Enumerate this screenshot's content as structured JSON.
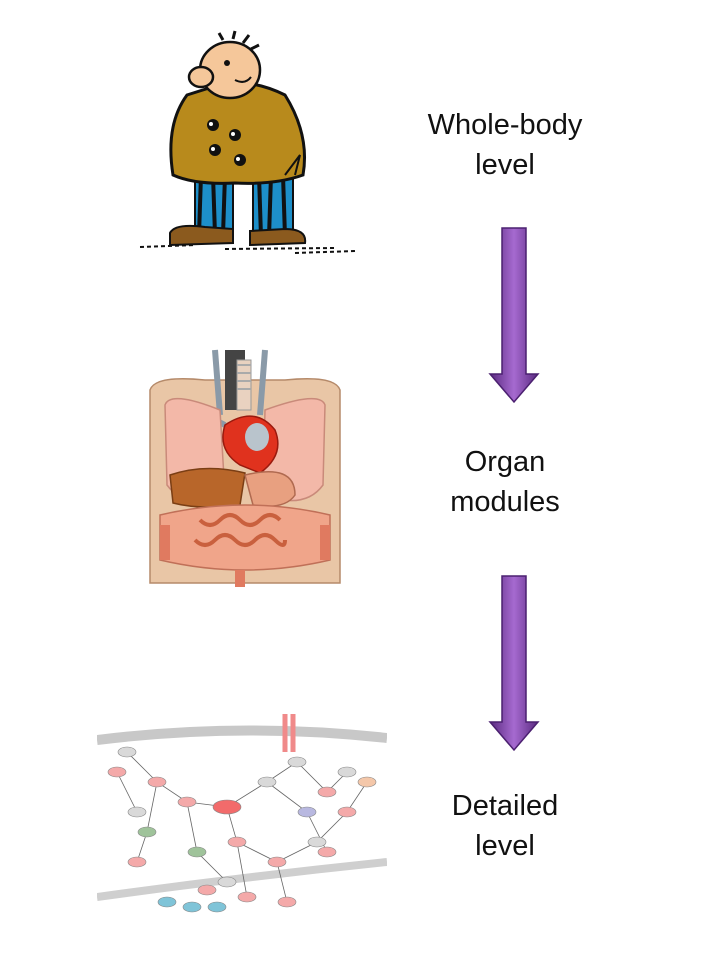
{
  "levels": [
    {
      "id": "whole-body",
      "lines": [
        "Whole-body",
        "level"
      ]
    },
    {
      "id": "organ",
      "lines": [
        "Organ",
        "modules"
      ]
    },
    {
      "id": "detailed",
      "lines": [
        "Detailed",
        "level"
      ]
    }
  ],
  "colors": {
    "arrow": "#7a3ea0",
    "coat": "#b88a1c",
    "skin": "#f5c79a",
    "lung": "#f3b8a8",
    "heart": "#e0321e",
    "intestine": "#f0a58a",
    "torso": "#e9c6a6"
  },
  "icons": [
    "cartoon-man-illustration",
    "human-organs-illustration",
    "signaling-pathway-diagram",
    "down-arrow-icon"
  ]
}
